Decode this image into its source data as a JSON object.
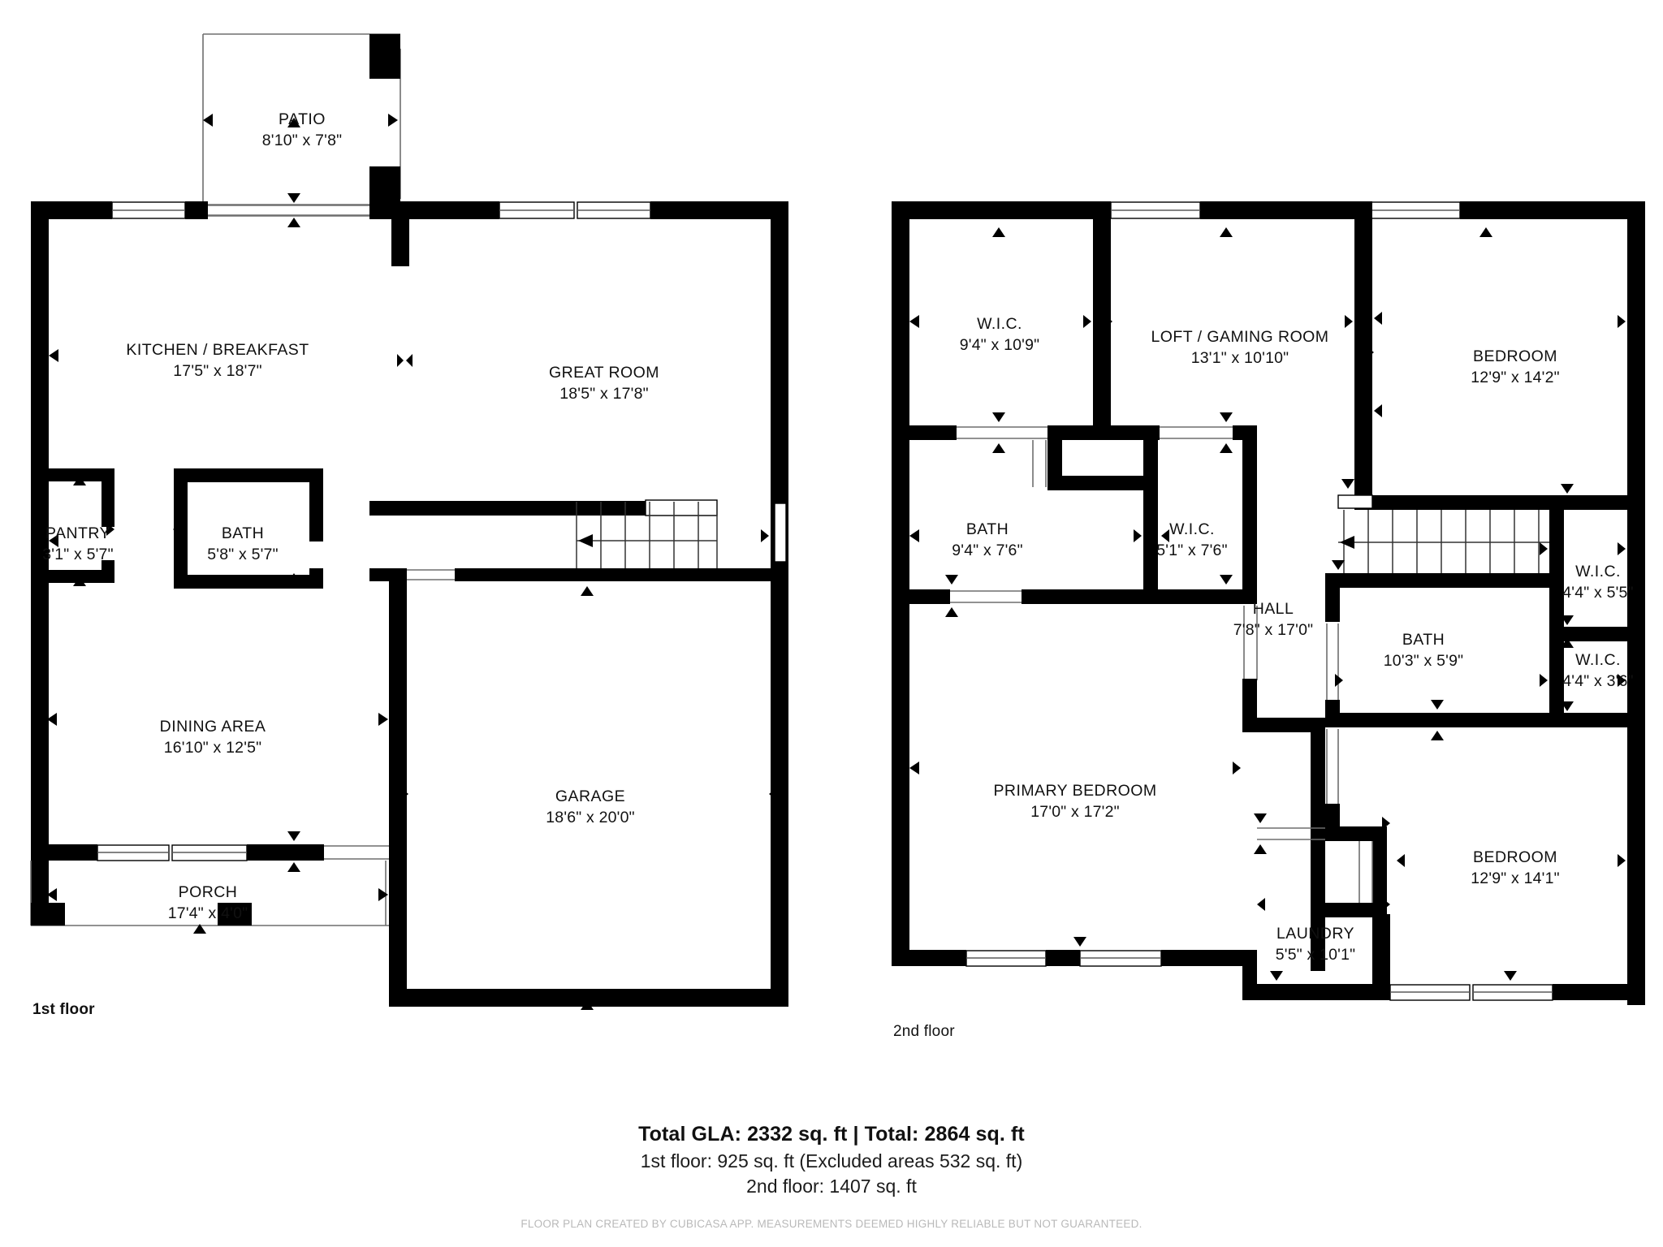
{
  "document": {
    "type": "residential-floor-plan",
    "floors": [
      {
        "tag": "1st floor",
        "rooms": [
          {
            "name": "PATIO",
            "dims": "8'10\" x 7'8\""
          },
          {
            "name": "KITCHEN / BREAKFAST",
            "dims": "17'5\" x 18'7\""
          },
          {
            "name": "GREAT ROOM",
            "dims": "18'5\" x 17'8\""
          },
          {
            "name": "PANTRY",
            "dims": "3'1\" x 5'7\""
          },
          {
            "name": "BATH",
            "dims": "5'8\" x 5'7\""
          },
          {
            "name": "DINING AREA",
            "dims": "16'10\" x 12'5\""
          },
          {
            "name": "GARAGE",
            "dims": "18'6\" x 20'0\""
          },
          {
            "name": "PORCH",
            "dims": "17'4\" x 4'0\""
          }
        ]
      },
      {
        "tag": "2nd floor",
        "rooms": [
          {
            "name": "W.I.C.",
            "dims": "9'4\" x 10'9\""
          },
          {
            "name": "LOFT / GAMING ROOM",
            "dims": "13'1\" x 10'10\""
          },
          {
            "name": "BEDROOM",
            "dims": "12'9\" x 14'2\""
          },
          {
            "name": "BATH",
            "dims": "9'4\" x 7'6\""
          },
          {
            "name": "W.I.C.",
            "dims": "5'1\" x 7'6\""
          },
          {
            "name": "W.I.C.",
            "dims": "4'4\" x 5'5\""
          },
          {
            "name": "HALL",
            "dims": "7'8\" x 17'0\""
          },
          {
            "name": "BATH",
            "dims": "10'3\" x 5'9\""
          },
          {
            "name": "W.I.C.",
            "dims": "4'4\" x 3'6\""
          },
          {
            "name": "PRIMARY BEDROOM",
            "dims": "17'0\" x 17'2\""
          },
          {
            "name": "BEDROOM",
            "dims": "12'9\" x 14'1\""
          },
          {
            "name": "LAUNDRY",
            "dims": "5'5\" x 10'1\""
          }
        ]
      }
    ]
  },
  "summary": {
    "gla_line": "Total GLA: 2332 sq. ft | Total: 2864 sq. ft",
    "first_floor_line": "1st floor: 925 sq. ft (Excluded areas 532 sq. ft)",
    "second_floor_line": "2nd floor: 1407 sq. ft",
    "disclaimer": "FLOOR PLAN CREATED BY CUBICASA APP. MEASUREMENTS DEEMED HIGHLY RELIABLE BUT NOT GUARANTEED."
  },
  "colors": {
    "wall": "#000000",
    "background": "#ffffff",
    "text": "#111111",
    "disclaimer": "#b9b9b9"
  }
}
